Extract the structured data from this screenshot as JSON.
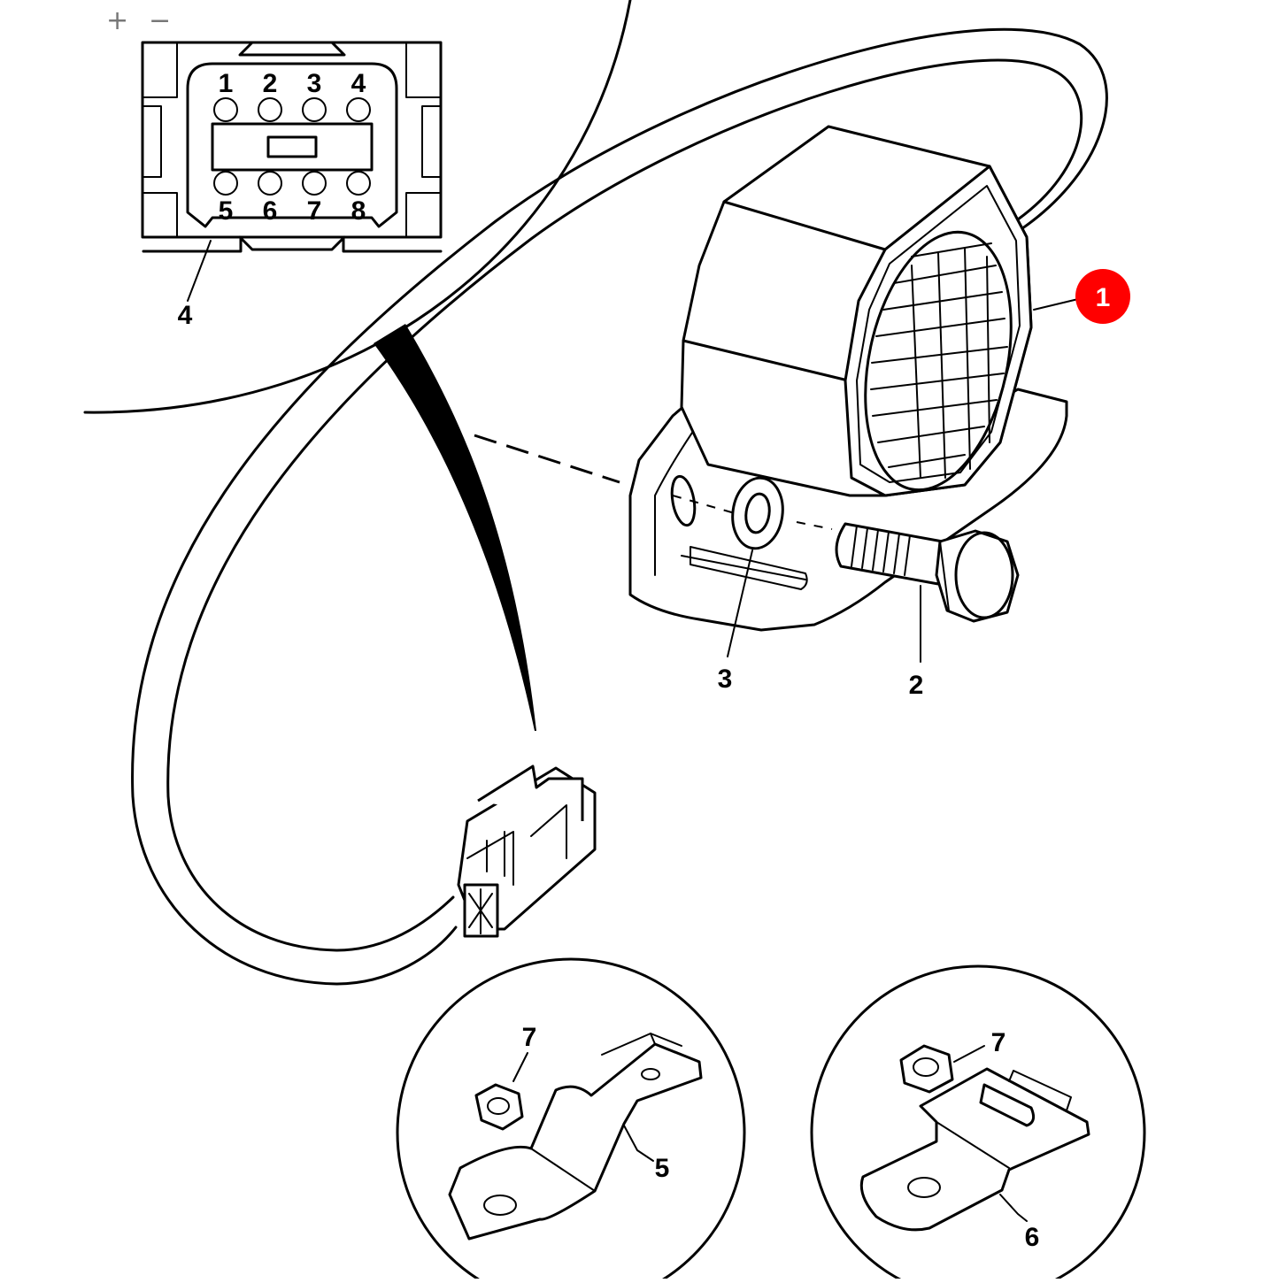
{
  "zoom_controls": {
    "zoom_in": "+",
    "zoom_out": "−"
  },
  "connector_pins": {
    "top": [
      "1",
      "2",
      "3",
      "4"
    ],
    "bottom": [
      "5",
      "6",
      "7",
      "8"
    ]
  },
  "callouts": {
    "alarm": "1",
    "bolt": "2",
    "washer": "3",
    "connector": "4",
    "bracket_a": "5",
    "bracket_b": "6",
    "nut_a": "7",
    "nut_b": "7"
  },
  "colors": {
    "line": "#000000",
    "highlight": "#ff0000",
    "highlight_text": "#ffffff",
    "zoom": "#777777"
  }
}
